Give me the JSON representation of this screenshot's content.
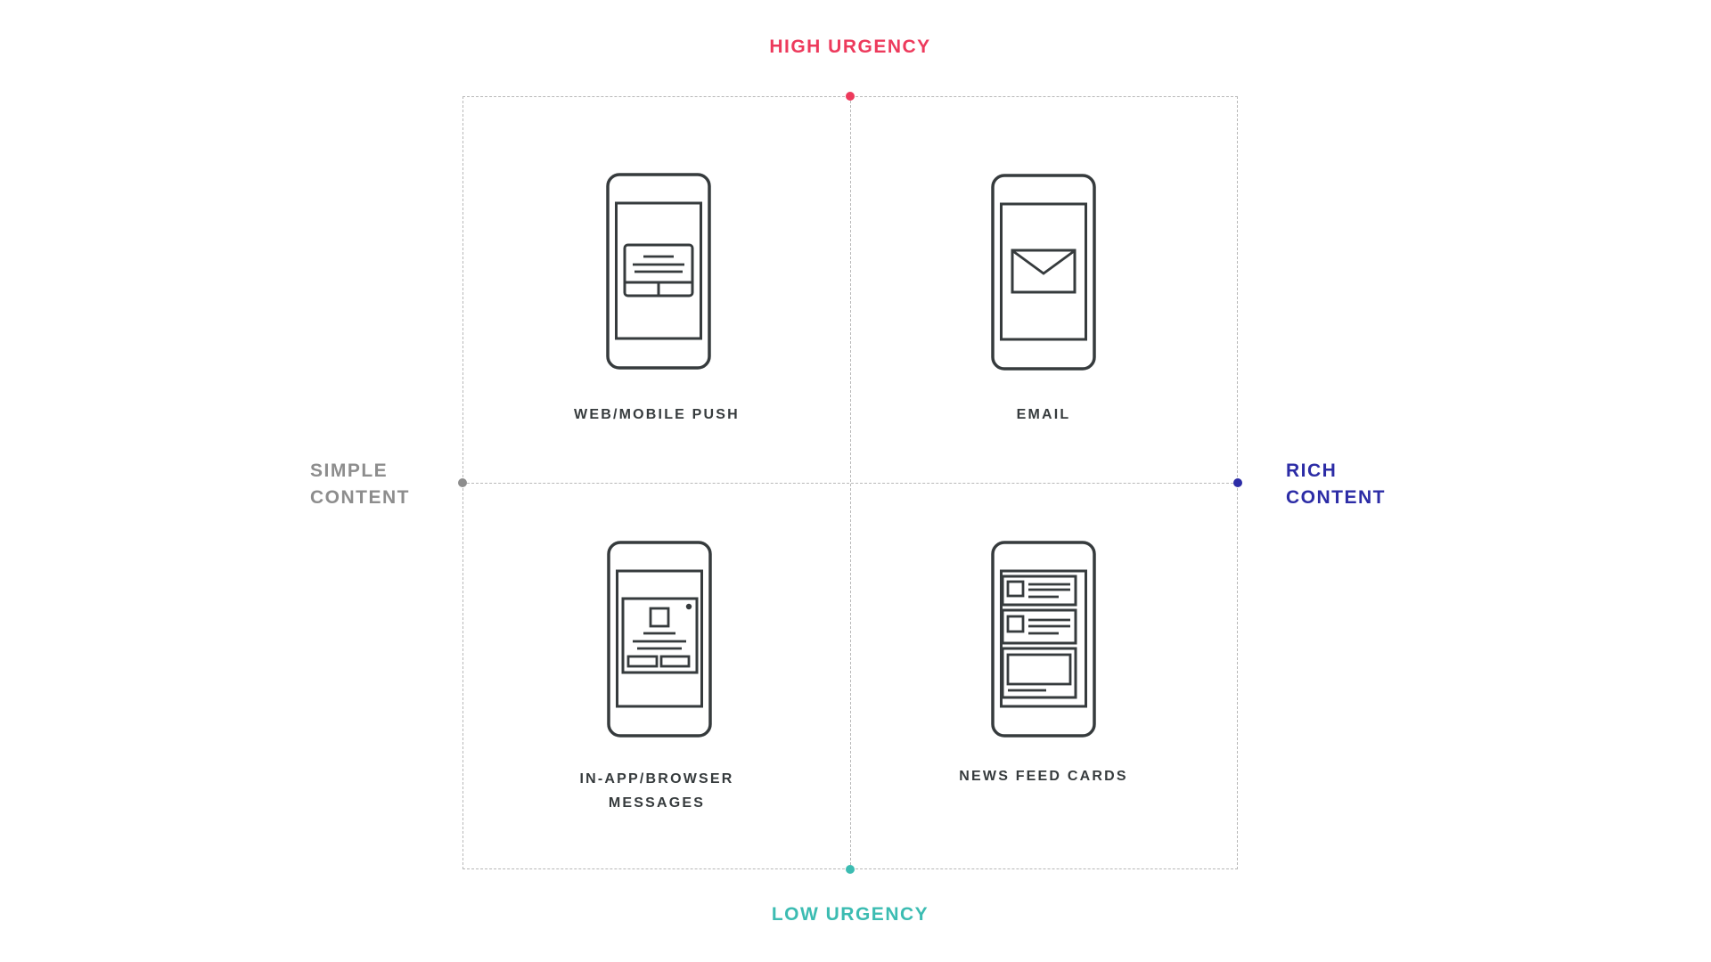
{
  "diagram": {
    "type": "2x2-quadrant-matrix",
    "ink_color": "#363b3d",
    "grid_line_color": "#b8b8b8",
    "grid_line_style": "dashed",
    "background": "#ffffff"
  },
  "axes": {
    "top": {
      "label": "HIGH URGENCY",
      "color": "#ed3a5c"
    },
    "bottom": {
      "label": "LOW URGENCY",
      "color": "#3cbcb2"
    },
    "left": {
      "label": "SIMPLE CONTENT",
      "color": "#8d8d8d"
    },
    "right": {
      "label": "RICH CONTENT",
      "color": "#2c2ca6"
    }
  },
  "quadrants": [
    {
      "position": "top-left",
      "label": "WEB/MOBILE PUSH",
      "icon": "phone-push-notification-icon"
    },
    {
      "position": "top-right",
      "label": "EMAIL",
      "icon": "phone-email-envelope-icon"
    },
    {
      "position": "bottom-left",
      "label": "IN-APP/BROWSER MESSAGES",
      "icon": "phone-in-app-message-icon"
    },
    {
      "position": "bottom-right",
      "label": "NEWS FEED CARDS",
      "icon": "phone-news-feed-cards-icon"
    }
  ]
}
